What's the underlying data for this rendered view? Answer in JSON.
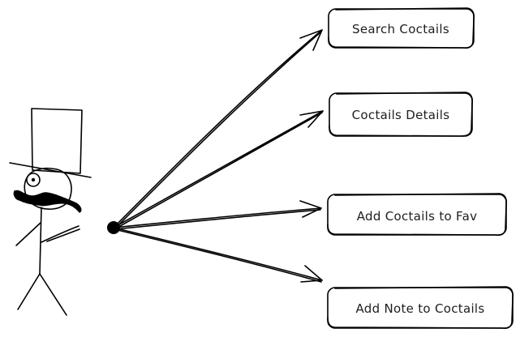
{
  "actor": {
    "icon": "top-hat-gentleman-stick-figure"
  },
  "use_cases": [
    {
      "id": "search",
      "label": "Search Coctails"
    },
    {
      "id": "details",
      "label": "Coctails Details"
    },
    {
      "id": "add-fav",
      "label": "Add Coctails to Fav"
    },
    {
      "id": "add-note",
      "label": "Add Note to Coctails"
    }
  ],
  "colors": {
    "stroke": "#000000",
    "text": "#1e1e1e",
    "background": "#ffffff"
  }
}
